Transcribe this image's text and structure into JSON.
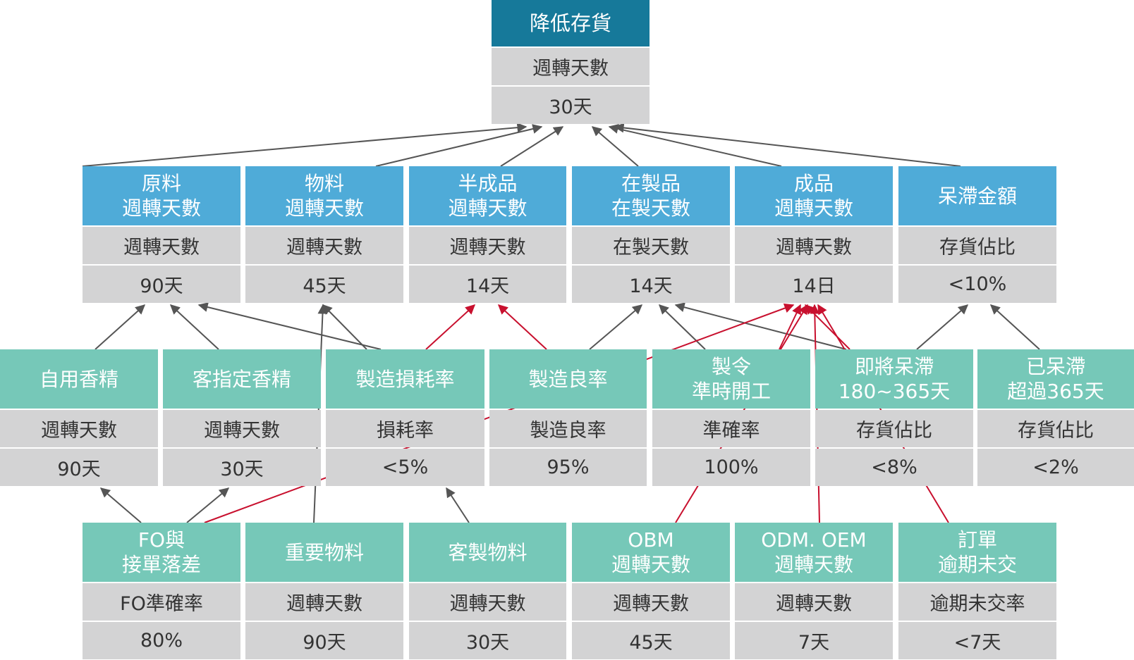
{
  "colors": {
    "top_header": "#16799a",
    "level1_header": "#4fabd8",
    "level23_header": "#76c8b8",
    "value_row": "#d3d3d4",
    "arrow_gray": "#555555",
    "arrow_red": "#c8102e"
  },
  "nodes": [
    {
      "id": "inventory",
      "title": [
        "降低存貨"
      ],
      "metric": "週轉天數",
      "target": "30天"
    },
    {
      "id": "raw",
      "title": [
        "原料",
        "週轉天數"
      ],
      "metric": "週轉天數",
      "target": "90天"
    },
    {
      "id": "material",
      "title": [
        "物料",
        "週轉天數"
      ],
      "metric": "週轉天數",
      "target": "45天"
    },
    {
      "id": "semi",
      "title": [
        "半成品",
        "週轉天數"
      ],
      "metric": "週轉天數",
      "target": "14天"
    },
    {
      "id": "wip",
      "title": [
        "在製品",
        "在製天數"
      ],
      "metric": "在製天數",
      "target": "14天"
    },
    {
      "id": "finished",
      "title": [
        "成品",
        "週轉天數"
      ],
      "metric": "週轉天數",
      "target": "14日"
    },
    {
      "id": "slow",
      "title": [
        "呆滯金額"
      ],
      "metric": "存貨佔比",
      "target": "<10%"
    },
    {
      "id": "own-fragrance",
      "title": [
        "自用香精"
      ],
      "metric": "週轉天數",
      "target": "90天"
    },
    {
      "id": "cust-fragrance",
      "title": [
        "客指定香精"
      ],
      "metric": "週轉天數",
      "target": "30天"
    },
    {
      "id": "loss-rate",
      "title": [
        "製造損耗率"
      ],
      "metric": "損耗率",
      "target": "<5%"
    },
    {
      "id": "yield-rate",
      "title": [
        "製造良率"
      ],
      "metric": "製造良率",
      "target": "95%"
    },
    {
      "id": "on-time",
      "title": [
        "製令",
        "準時開工"
      ],
      "metric": "準確率",
      "target": "100%"
    },
    {
      "id": "near-slow",
      "title": [
        "即將呆滯",
        "180~365天"
      ],
      "metric": "存貨佔比",
      "target": "<8%"
    },
    {
      "id": "already-slow",
      "title": [
        "已呆滯",
        "超過365天"
      ],
      "metric": "存貨佔比",
      "target": "<2%"
    },
    {
      "id": "fo-gap",
      "title": [
        "FO與",
        "接單落差"
      ],
      "metric": "FO準確率",
      "target": "80%"
    },
    {
      "id": "key-material",
      "title": [
        "重要物料"
      ],
      "metric": "週轉天數",
      "target": "90天"
    },
    {
      "id": "custom-material",
      "title": [
        "客製物料"
      ],
      "metric": "週轉天數",
      "target": "30天"
    },
    {
      "id": "obm",
      "title": [
        "OBM",
        "週轉天數"
      ],
      "metric": "週轉天數",
      "target": "45天"
    },
    {
      "id": "odm-oem",
      "title": [
        "ODM. OEM",
        "週轉天數"
      ],
      "metric": "週轉天數",
      "target": "7天"
    },
    {
      "id": "overdue",
      "title": [
        "訂單",
        "逾期未交"
      ],
      "metric": "逾期未交率",
      "target": "<7天"
    }
  ],
  "links": [
    {
      "from": "raw",
      "to": "inventory",
      "color": "gray"
    },
    {
      "from": "material",
      "to": "inventory",
      "color": "gray"
    },
    {
      "from": "semi",
      "to": "inventory",
      "color": "gray"
    },
    {
      "from": "wip",
      "to": "inventory",
      "color": "gray"
    },
    {
      "from": "finished",
      "to": "inventory",
      "color": "gray"
    },
    {
      "from": "slow",
      "to": "inventory",
      "color": "gray"
    },
    {
      "from": "own-fragrance",
      "to": "raw",
      "color": "gray"
    },
    {
      "from": "cust-fragrance",
      "to": "raw",
      "color": "gray"
    },
    {
      "from": "loss-rate",
      "to": "raw",
      "color": "gray"
    },
    {
      "from": "loss-rate",
      "to": "material",
      "color": "gray"
    },
    {
      "from": "key-material",
      "to": "material",
      "color": "gray"
    },
    {
      "from": "loss-rate",
      "to": "semi",
      "color": "red"
    },
    {
      "from": "yield-rate",
      "to": "semi",
      "color": "red"
    },
    {
      "from": "yield-rate",
      "to": "wip",
      "color": "gray"
    },
    {
      "from": "on-time",
      "to": "wip",
      "color": "gray"
    },
    {
      "from": "near-slow",
      "to": "wip",
      "color": "gray"
    },
    {
      "from": "on-time",
      "to": "finished",
      "color": "red"
    },
    {
      "from": "near-slow",
      "to": "finished",
      "color": "red"
    },
    {
      "from": "fo-gap",
      "to": "finished",
      "color": "red"
    },
    {
      "from": "obm",
      "to": "finished",
      "color": "red"
    },
    {
      "from": "odm-oem",
      "to": "finished",
      "color": "red"
    },
    {
      "from": "overdue",
      "to": "finished",
      "color": "red"
    },
    {
      "from": "near-slow",
      "to": "slow",
      "color": "gray"
    },
    {
      "from": "already-slow",
      "to": "slow",
      "color": "gray"
    },
    {
      "from": "fo-gap",
      "to": "own-fragrance",
      "color": "gray"
    },
    {
      "from": "fo-gap",
      "to": "cust-fragrance",
      "color": "gray"
    },
    {
      "from": "custom-material",
      "to": "loss-rate",
      "color": "gray"
    }
  ]
}
